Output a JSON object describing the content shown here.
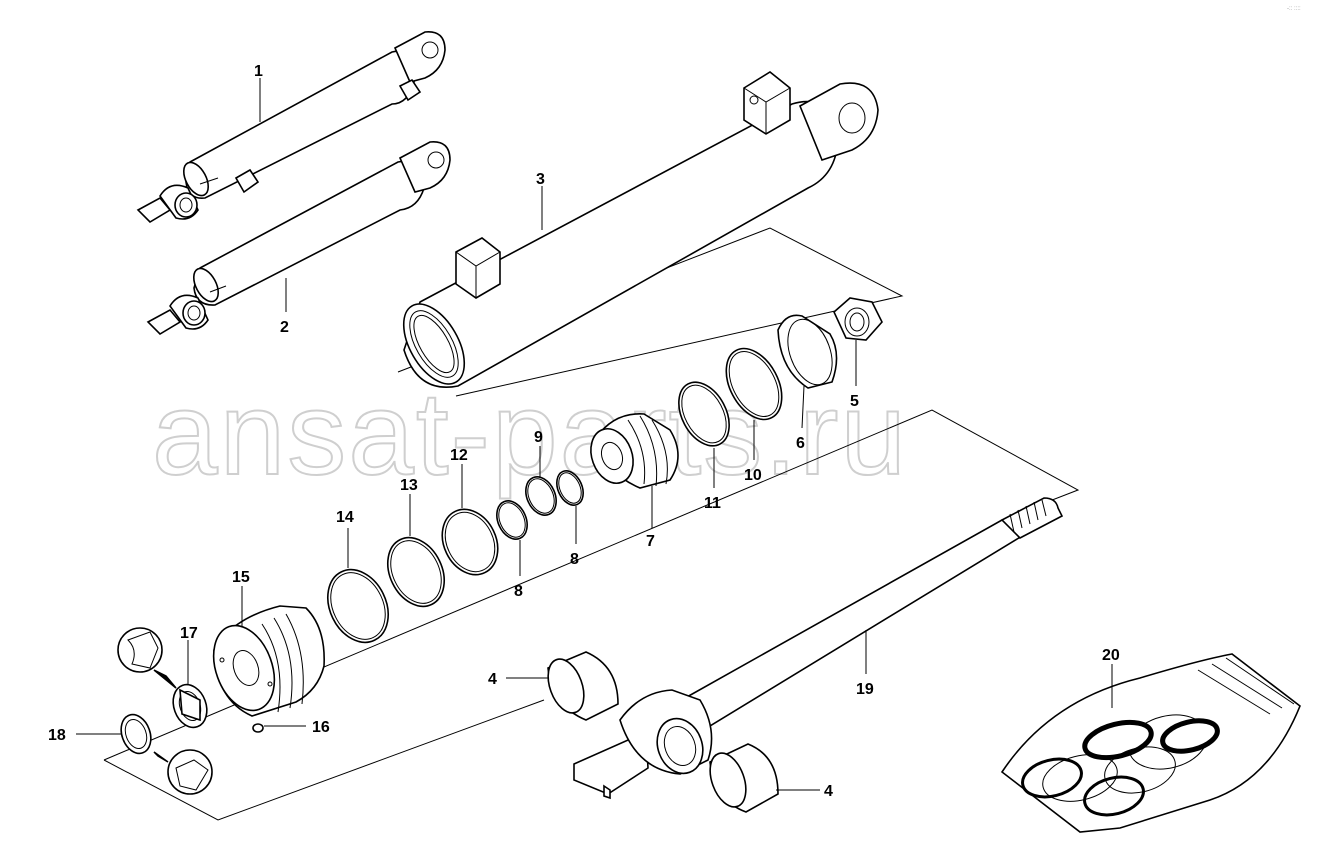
{
  "watermark": "ansat-parts.ru",
  "corner_mark": "-:: ::::",
  "callouts": {
    "c1": "1",
    "c2": "2",
    "c3": "3",
    "c4a": "4",
    "c4b": "4",
    "c5": "5",
    "c6": "6",
    "c7": "7",
    "c8a": "8",
    "c8b": "8",
    "c9": "9",
    "c10": "10",
    "c11": "11",
    "c12": "12",
    "c13": "13",
    "c14": "14",
    "c15": "15",
    "c16": "16",
    "c17": "17",
    "c18": "18",
    "c19": "19",
    "c20": "20"
  }
}
